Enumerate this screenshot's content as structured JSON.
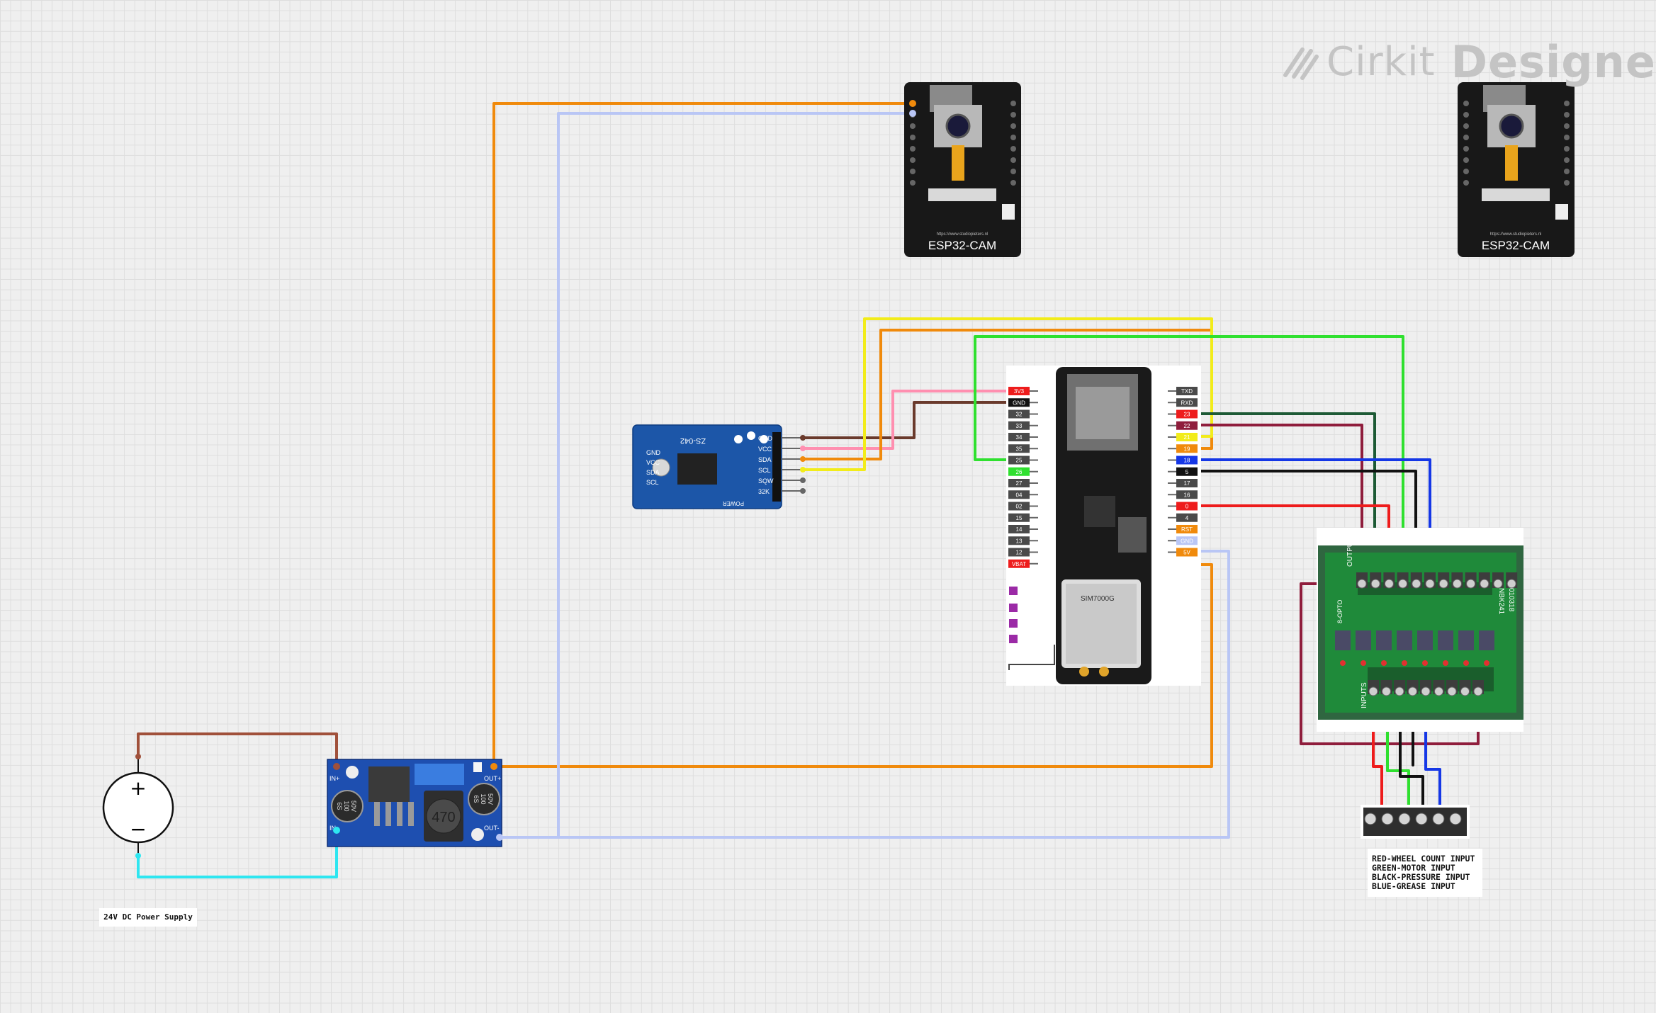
{
  "app": {
    "brand_part1": "Cirkit",
    "brand_part2": "Designer"
  },
  "components": {
    "power_supply": {
      "label": "24V DC Power Supply",
      "plus": "+",
      "minus": "−"
    },
    "buck_converter": {
      "inductor_text": "470",
      "cap_text_1": "6S",
      "cap_text_2": "100",
      "cap_text_3": "50V",
      "pin_in_plus": "IN+",
      "pin_in_minus": "IN-",
      "pin_out_plus": "OUT+",
      "pin_out_minus": "OUT-"
    },
    "rtc_module": {
      "name": "ZS-042",
      "pins": [
        "GND",
        "VCC",
        "SDA",
        "SCL",
        "SQW",
        "32K"
      ],
      "left_pins": [
        "GND",
        "VCC",
        "SDA",
        "SCL"
      ],
      "power_text": "POWER"
    },
    "esp32_cam_1": {
      "label": "ESP32-CAM",
      "url": "https://www.studiopieters.nl"
    },
    "esp32_cam_2": {
      "label": "ESP32-CAM",
      "url": "https://www.studiopieters.nl"
    },
    "sim7000g": {
      "chip_label": "SIM7000G",
      "left_pins": [
        "3V3",
        "GND",
        "32",
        "33",
        "34",
        "35",
        "25",
        "26",
        "27",
        "04",
        "02",
        "15",
        "14",
        "13",
        "12",
        "VBAT"
      ],
      "right_pins": [
        "TXD",
        "RXD",
        "23",
        "22",
        "21",
        "19",
        "18",
        "5",
        "17",
        "16",
        "0",
        "4",
        "RST",
        "GND",
        "5V"
      ]
    },
    "io_board": {
      "outputs_label": "OUTPUTS",
      "inputs_label": "INPUTS",
      "board_id": "NBK241",
      "board_sub": "010318",
      "model": "8-OPTO"
    },
    "terminal_note": {
      "lines": [
        "RED-WHEEL COUNT INPUT",
        "GREEN-MOTOR INPUT",
        "BLACK-PRESSURE INPUT",
        "BLUE-GREASE INPUT"
      ]
    }
  },
  "wire_colors": {
    "orange": "#f08a0c",
    "lightblue": "#b9c6f5",
    "yellow": "#f2ec1a",
    "green": "#2fe02f",
    "pink": "#ff8fb0",
    "brown": "#6a3a2c",
    "darkgreen": "#1d5a35",
    "maroon": "#8f1d3c",
    "blue": "#1537e6",
    "black": "#111111",
    "red": "#ee1c1c",
    "cyan": "#2ee6f0",
    "sienna": "#a0503a"
  }
}
